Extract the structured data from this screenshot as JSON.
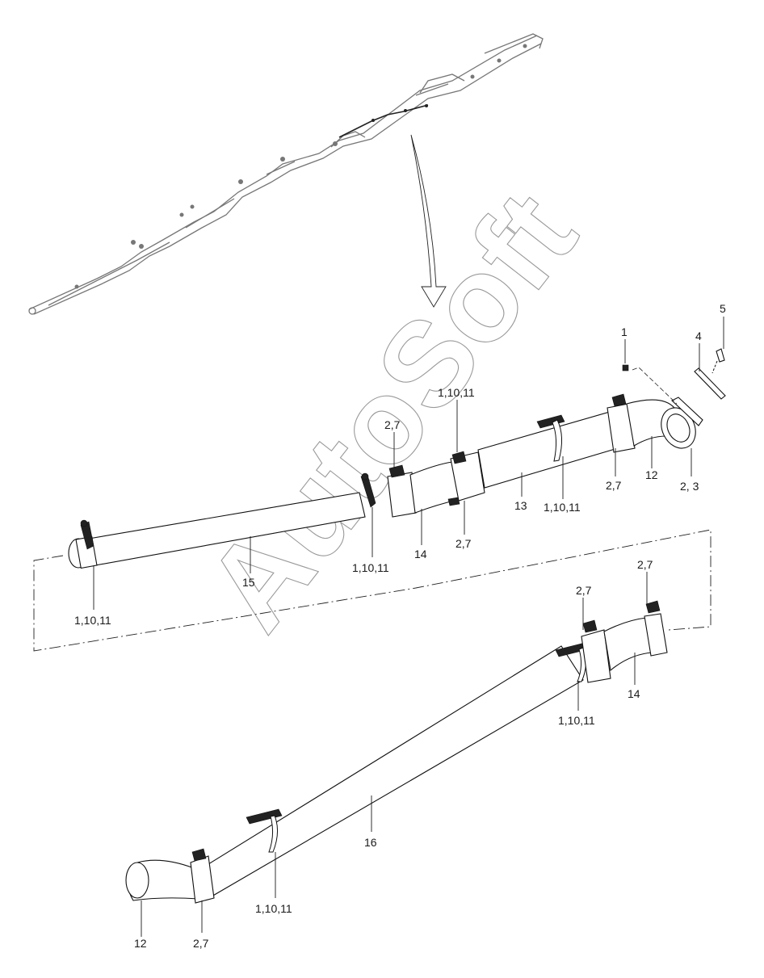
{
  "diagram": {
    "type": "exploded-parts-view",
    "subject": "Concrete pump boom delivery line (pipe, elbows, clamps)",
    "watermark": "AutoSoft",
    "overview_arrow": "points from boom overview to detail view",
    "callouts": [
      {
        "id": "c1",
        "label": "1",
        "part": "small fastener/nut"
      },
      {
        "id": "c2",
        "label": "4",
        "part": "gasket/seal"
      },
      {
        "id": "c3",
        "label": "5",
        "part": "bolt"
      },
      {
        "id": "c4",
        "label": "2, 3",
        "part": "outlet coupling"
      },
      {
        "id": "c5",
        "label": "12",
        "part": "elbow (upper)"
      },
      {
        "id": "c6",
        "label": "2,7",
        "part": "coupling clamp"
      },
      {
        "id": "c7",
        "label": "1,10,11",
        "part": "pipe support clamp"
      },
      {
        "id": "c8",
        "label": "13",
        "part": "delivery pipe"
      },
      {
        "id": "c9",
        "label": "1,10,11",
        "part": "pipe support clamp"
      },
      {
        "id": "c10",
        "label": "2,7",
        "part": "coupling clamp"
      },
      {
        "id": "c11",
        "label": "2,7",
        "part": "coupling clamp"
      },
      {
        "id": "c12",
        "label": "14",
        "part": "bend pipe"
      },
      {
        "id": "c13",
        "label": "1,10,11",
        "part": "pipe support clamp"
      },
      {
        "id": "c14",
        "label": "15",
        "part": "delivery pipe (long)"
      },
      {
        "id": "c15",
        "label": "1,10,11",
        "part": "pipe support clamp (end)"
      },
      {
        "id": "c16",
        "label": "2,7",
        "part": "coupling clamp"
      },
      {
        "id": "c17",
        "label": "2,7",
        "part": "coupling clamp"
      },
      {
        "id": "c18",
        "label": "14",
        "part": "bend pipe (lower)"
      },
      {
        "id": "c19",
        "label": "1,10,11",
        "part": "pipe support clamp"
      },
      {
        "id": "c20",
        "label": "16",
        "part": "delivery pipe (lower long)"
      },
      {
        "id": "c21",
        "label": "1,10,11",
        "part": "pipe support clamp"
      },
      {
        "id": "c22",
        "label": "2,7",
        "part": "coupling clamp"
      },
      {
        "id": "c23",
        "label": "12",
        "part": "elbow (lower)"
      }
    ]
  }
}
